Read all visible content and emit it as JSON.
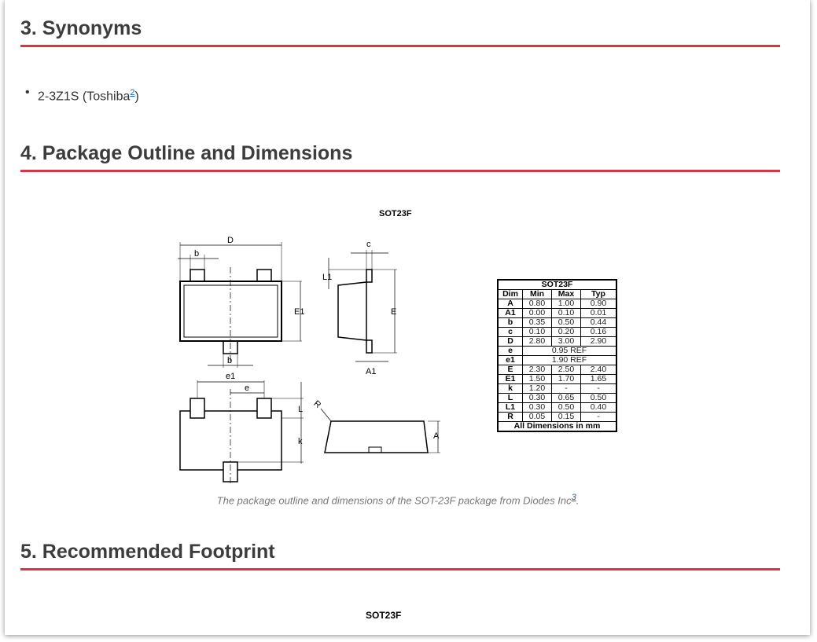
{
  "sections": [
    {
      "title": "3.  Synonyms"
    },
    {
      "title": "4.  Package Outline and Dimensions"
    },
    {
      "title": "5.  Recommended Footprint"
    }
  ],
  "synonyms": [
    {
      "text": "2-3Z1S (Toshiba",
      "ref": "2",
      "close": ")"
    }
  ],
  "outline": {
    "package_label": "SOT23F",
    "caption": "The package outline and dimensions of the SOT-23F package from Diodes Inc",
    "caption_ref": "3",
    "caption_end": ".",
    "diagram_labels": {
      "D": "D",
      "b": "b",
      "E1": "E1",
      "c": "c",
      "L1": "L1",
      "E": "E",
      "A1": "A1",
      "e1": "e1",
      "e": "e",
      "L": "L",
      "k": "k",
      "R": "R",
      "A": "A"
    },
    "table": {
      "title": "SOT23F",
      "headers": [
        "Dim",
        "Min",
        "Max",
        "Typ"
      ],
      "rows": [
        [
          "A",
          "0.80",
          "1.00",
          "0.90"
        ],
        [
          "A1",
          "0.00",
          "0.10",
          "0.01"
        ],
        [
          "b",
          "0.35",
          "0.50",
          "0.44"
        ],
        [
          "c",
          "0.10",
          "0.20",
          "0.16"
        ],
        [
          "D",
          "2.80",
          "3.00",
          "2.90"
        ],
        [
          "e",
          "0.95 REF"
        ],
        [
          "e1",
          "1.90 REF"
        ],
        [
          "E",
          "2.30",
          "2.50",
          "2.40"
        ],
        [
          "E1",
          "1.50",
          "1.70",
          "1.65"
        ],
        [
          "k",
          "1.20",
          "-",
          "-"
        ],
        [
          "L",
          "0.30",
          "0.65",
          "0.50"
        ],
        [
          "L1",
          "0.30",
          "0.50",
          "0.40"
        ],
        [
          "R",
          "0.05",
          "0.15",
          "-"
        ]
      ],
      "footer": "All Dimensions in mm"
    }
  },
  "footprint": {
    "package_label": "SOT23F"
  }
}
